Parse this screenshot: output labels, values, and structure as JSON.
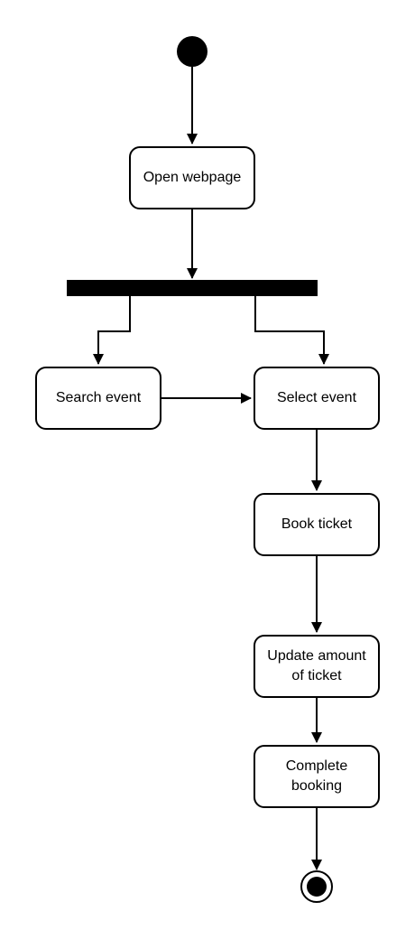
{
  "diagram": {
    "type": "uml-activity",
    "nodes": [
      {
        "id": "open",
        "kind": "action",
        "label": "Open webpage"
      },
      {
        "id": "search",
        "kind": "action",
        "label": "Search event"
      },
      {
        "id": "select",
        "kind": "action",
        "label": "Select event"
      },
      {
        "id": "book",
        "kind": "action",
        "label": "Book ticket"
      },
      {
        "id": "update",
        "kind": "action",
        "label": "Update amount\nof ticket"
      },
      {
        "id": "complete",
        "kind": "action",
        "label": "Complete\nbooking"
      }
    ],
    "edges": [
      {
        "from": "initial",
        "to": "open"
      },
      {
        "from": "open",
        "to": "fork"
      },
      {
        "from": "fork",
        "to": "search"
      },
      {
        "from": "fork",
        "to": "select"
      },
      {
        "from": "search",
        "to": "select"
      },
      {
        "from": "select",
        "to": "book"
      },
      {
        "from": "book",
        "to": "update"
      },
      {
        "from": "update",
        "to": "complete"
      },
      {
        "from": "complete",
        "to": "final"
      }
    ],
    "colors": {
      "stroke": "#000000",
      "fill": "#ffffff"
    }
  }
}
